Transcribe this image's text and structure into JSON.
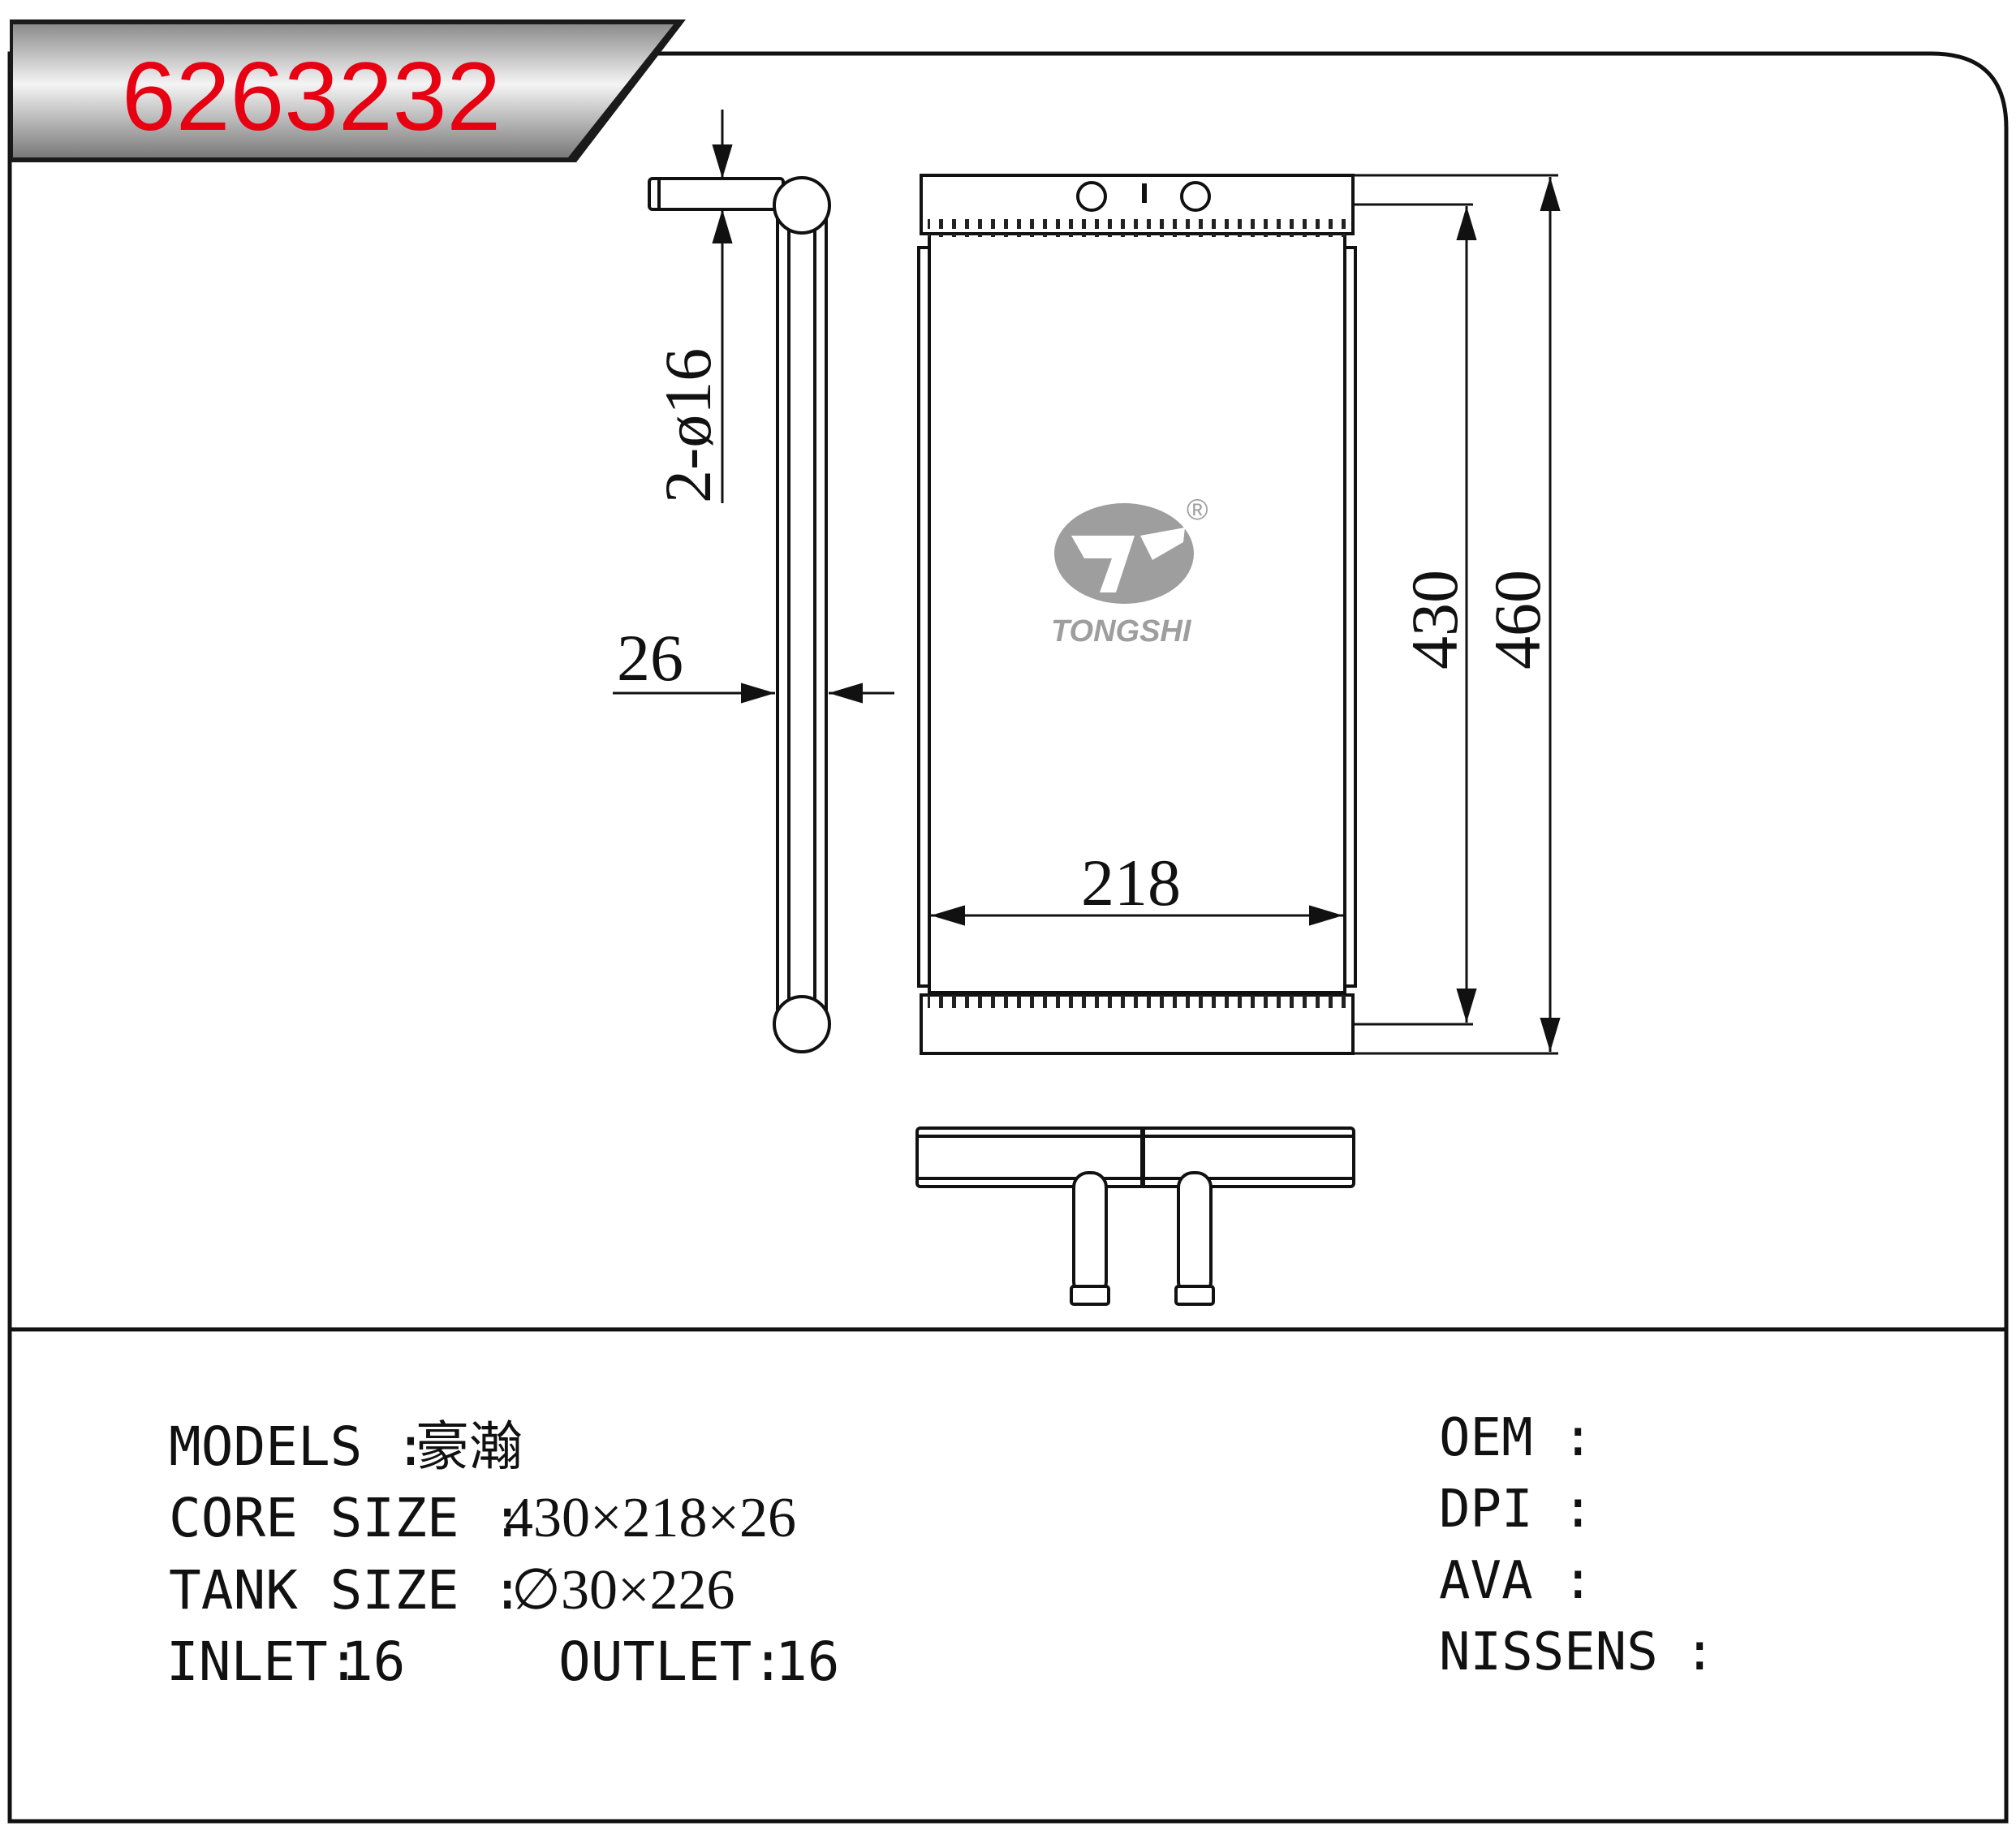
{
  "header": {
    "part_number": "6263232",
    "part_number_color": "#e60012"
  },
  "drawing": {
    "dim_pipe": "2-ø16",
    "dim_thickness": "26",
    "dim_width": "218",
    "dim_core_height": "430",
    "dim_total_height": "460",
    "logo_text": "TONGSHI",
    "logo_mark": "®",
    "logo_color": "#9e9e9e"
  },
  "specs": {
    "models_label": "MODELS :",
    "models_value": "豪瀚",
    "core_label": "CORE SIZE :",
    "core_value": "430×218×26",
    "tank_label": "TANK SIZE :",
    "tank_value": "∅30×226",
    "inlet_label": "INLET:",
    "inlet_value": "16",
    "outlet_label": "OUTLET:",
    "outlet_value": "16"
  },
  "refs": [
    {
      "label": "OEM",
      "sep": ":"
    },
    {
      "label": "DPI",
      "sep": ":"
    },
    {
      "label": "AVA",
      "sep": ":"
    },
    {
      "label": "NISSENS",
      "sep": ":"
    }
  ]
}
